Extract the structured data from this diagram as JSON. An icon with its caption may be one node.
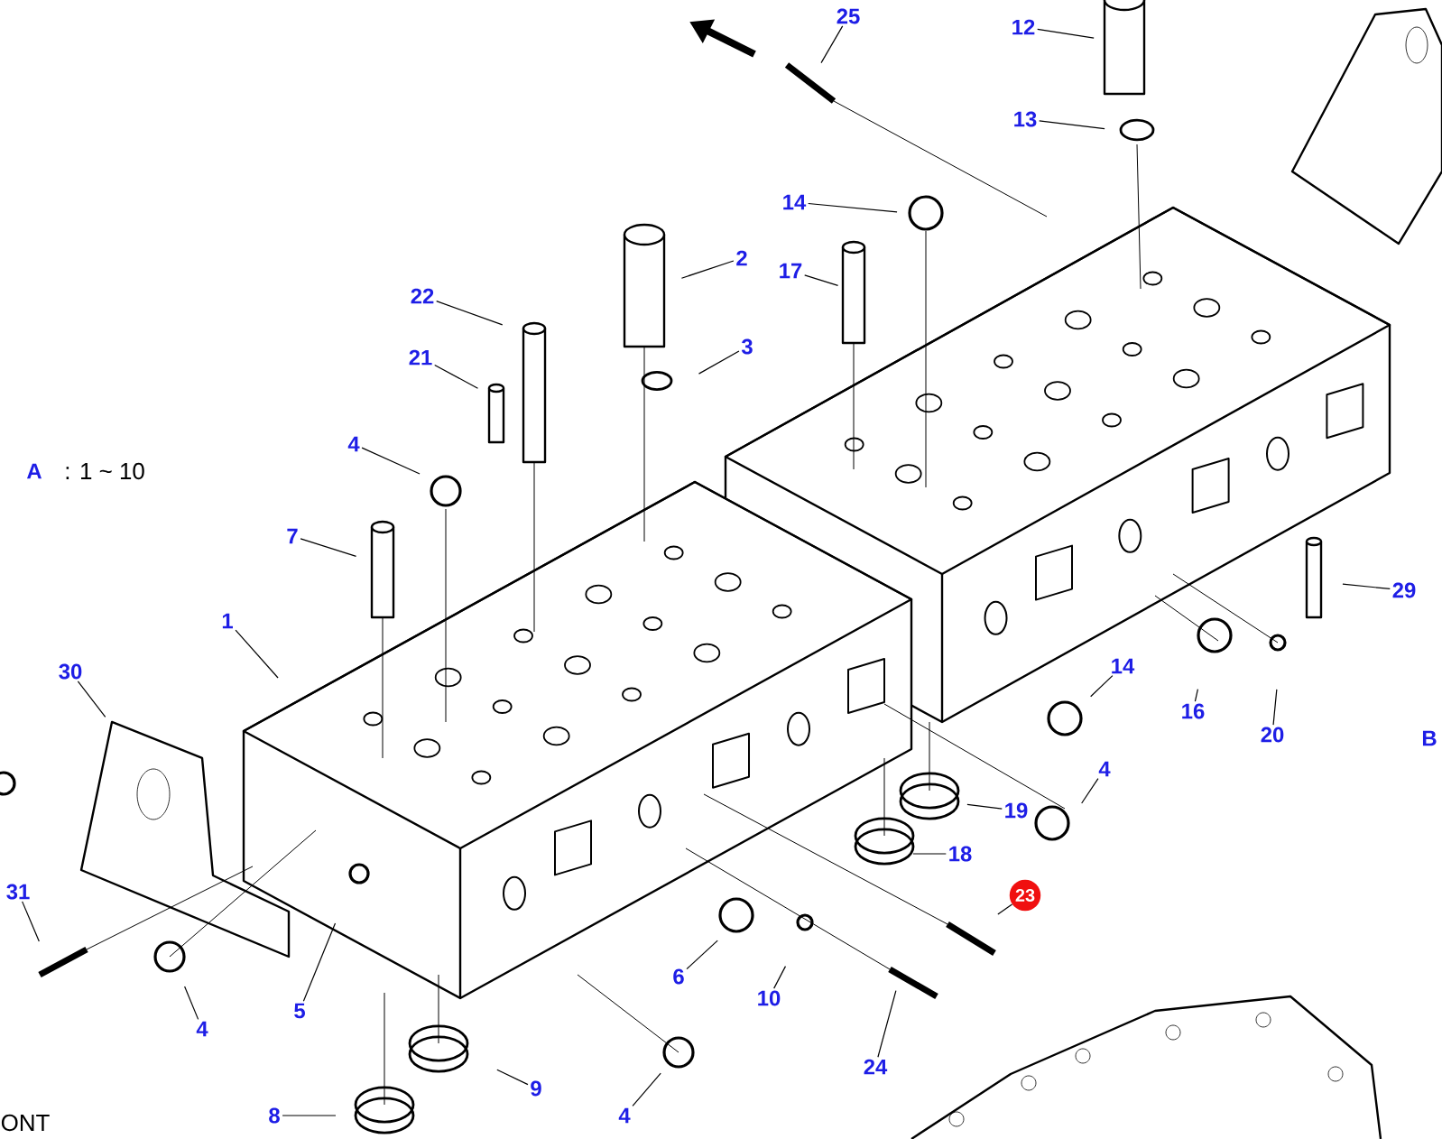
{
  "diagram": {
    "nodes": [
      {
        "text": [
          "25"
        ]
      },
      {
        "text": [
          "12"
        ]
      },
      {
        "text": [
          "13"
        ]
      },
      {
        "text": [
          "14"
        ]
      },
      {
        "text": [
          "2"
        ]
      },
      {
        "text": [
          "17"
        ]
      },
      {
        "text": [
          "22"
        ]
      },
      {
        "text": [
          "3"
        ]
      },
      {
        "text": [
          "21"
        ]
      },
      {
        "text": [
          "4"
        ]
      },
      {
        "text": [
          "7"
        ]
      },
      {
        "text": [
          "29"
        ]
      },
      {
        "text": [
          "1"
        ]
      },
      {
        "text": [
          "14"
        ]
      },
      {
        "text": [
          "30"
        ]
      },
      {
        "text": [
          "16"
        ]
      },
      {
        "text": [
          "20"
        ]
      },
      {
        "text": [
          "4"
        ]
      },
      {
        "text": [
          "19"
        ]
      },
      {
        "text": [
          "18"
        ]
      },
      {
        "text": [
          "31"
        ]
      },
      {
        "text": [
          "23"
        ]
      },
      {
        "text": [
          "6"
        ]
      },
      {
        "text": [
          "10"
        ]
      },
      {
        "text": [
          "5"
        ]
      },
      {
        "text": [
          "4"
        ]
      },
      {
        "text": [
          "24"
        ]
      },
      {
        "text": [
          "9"
        ]
      },
      {
        "text": [
          "8"
        ]
      },
      {
        "text": [
          "4"
        ]
      }
    ],
    "edges": [
      {
        "from": 0,
        "to": null,
        "arrow": "none"
      },
      {
        "from": 1,
        "to": null,
        "arrow": "none"
      },
      {
        "from": 2,
        "to": null,
        "arrow": "none"
      },
      {
        "from": 3,
        "to": null,
        "arrow": "none"
      },
      {
        "from": 4,
        "to": null,
        "arrow": "none"
      },
      {
        "from": 5,
        "to": null,
        "arrow": "none"
      },
      {
        "from": 6,
        "to": null,
        "arrow": "none"
      },
      {
        "from": 7,
        "to": null,
        "arrow": "none"
      },
      {
        "from": 8,
        "to": null,
        "arrow": "none"
      },
      {
        "from": 9,
        "to": null,
        "arrow": "none"
      },
      {
        "from": 10,
        "to": null,
        "arrow": "none"
      },
      {
        "from": 11,
        "to": null,
        "arrow": "none"
      },
      {
        "from": 12,
        "to": null,
        "arrow": "none"
      },
      {
        "from": 13,
        "to": null,
        "arrow": "none"
      },
      {
        "from": 14,
        "to": null,
        "arrow": "none"
      },
      {
        "from": 15,
        "to": null,
        "arrow": "none"
      },
      {
        "from": 16,
        "to": null,
        "arrow": "none"
      },
      {
        "from": 17,
        "to": null,
        "arrow": "none"
      },
      {
        "from": 18,
        "to": null,
        "arrow": "none"
      },
      {
        "from": 19,
        "to": null,
        "arrow": "none"
      },
      {
        "from": 20,
        "to": null,
        "arrow": "none"
      },
      {
        "from": 21,
        "to": null,
        "arrow": "none"
      },
      {
        "from": 22,
        "to": null,
        "arrow": "none"
      },
      {
        "from": 23,
        "to": null,
        "arrow": "none"
      },
      {
        "from": 24,
        "to": null,
        "arrow": "none"
      },
      {
        "from": 25,
        "to": null,
        "arrow": "none"
      },
      {
        "from": 26,
        "to": null,
        "arrow": "none"
      },
      {
        "from": 27,
        "to": null,
        "arrow": "none"
      },
      {
        "from": 28,
        "to": null,
        "arrow": "none"
      },
      {
        "from": 29,
        "to": null,
        "arrow": "none"
      }
    ],
    "labels": [
      "A",
      ": 1 ~ 10",
      "B",
      "ONT"
    ]
  }
}
